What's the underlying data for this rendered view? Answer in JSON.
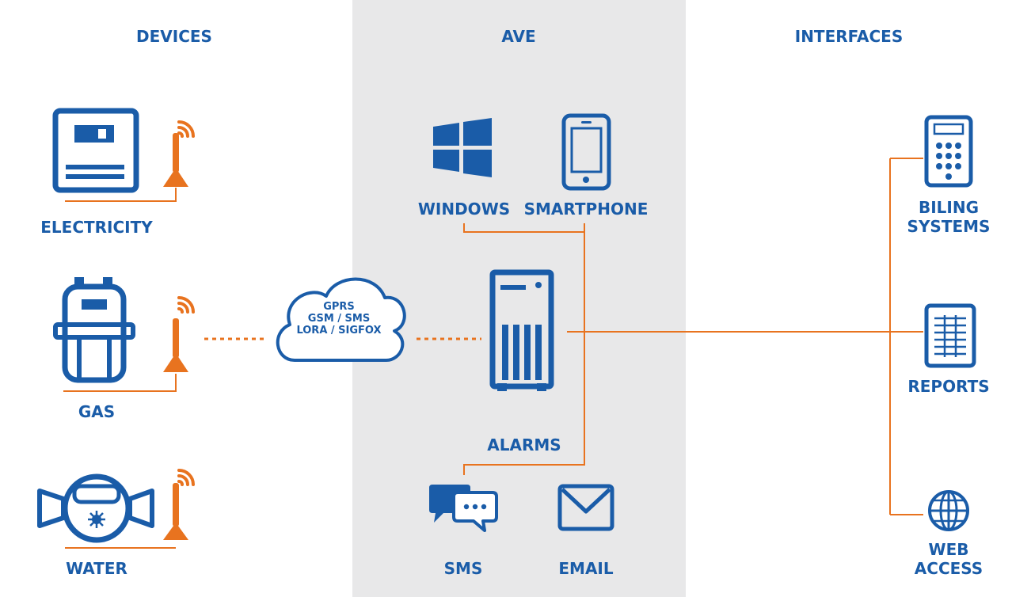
{
  "headers": {
    "devices": "DEVICES",
    "ave": "AVE",
    "interfaces": "INTERFACES"
  },
  "devices": {
    "electricity": "ELECTRICITY",
    "gas": "GAS",
    "water": "WATER"
  },
  "network": {
    "line1": "GPRS",
    "line2": "GSM / SMS",
    "line3": "LORA / SIGFOX"
  },
  "ave": {
    "windows": "WINDOWS",
    "smartphone": "SMARTPHONE",
    "alarms": "ALARMS",
    "sms": "SMS",
    "email": "EMAIL"
  },
  "interfaces": {
    "billing_line1": "BILING",
    "billing_line2": "SYSTEMS",
    "reports": "REPORTS",
    "web_line1": "WEB",
    "web_line2": "ACCESS"
  },
  "colors": {
    "blue": "#1a5ca8",
    "orange": "#e8731f",
    "band": "#e8e8e9"
  }
}
